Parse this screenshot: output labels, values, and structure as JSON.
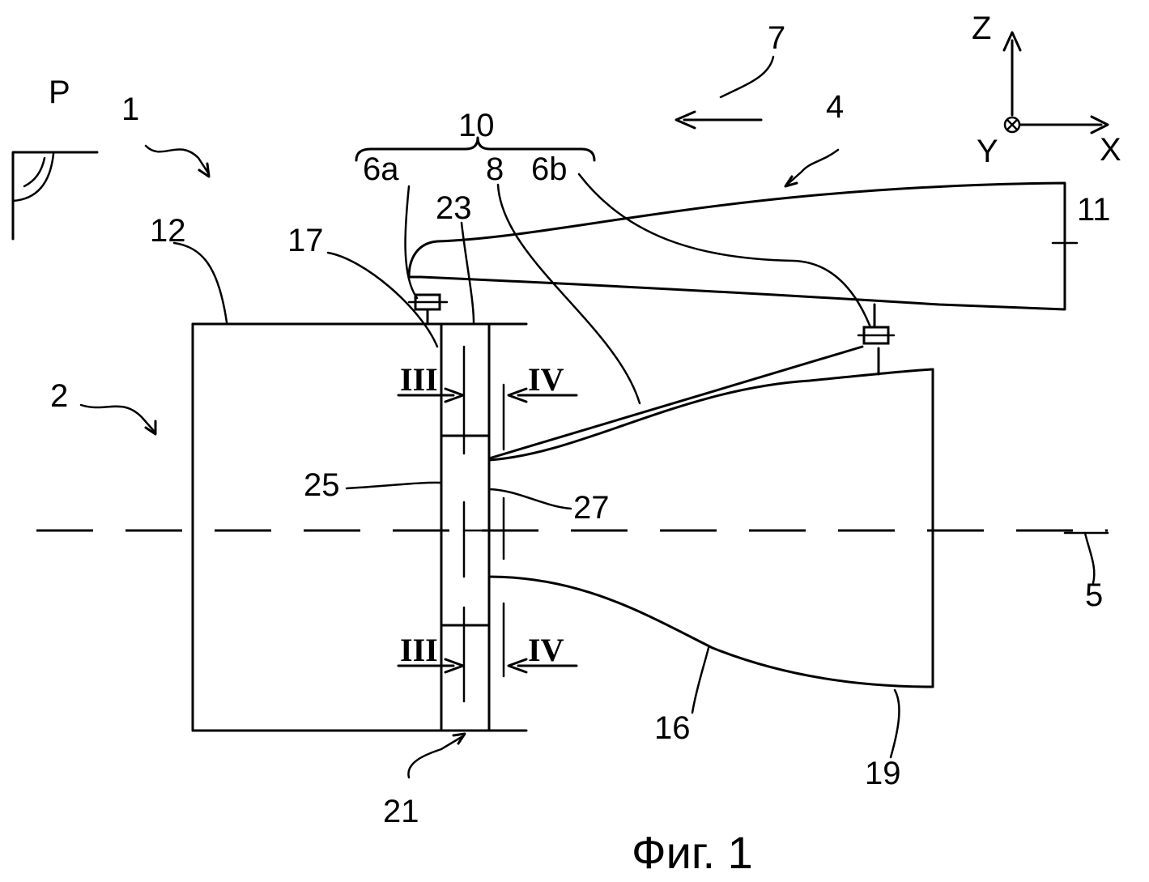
{
  "figure": {
    "caption": "Фиг. 1",
    "section_marks": {
      "iii": "III",
      "iv": "IV"
    },
    "axes": {
      "z": "Z",
      "x": "X",
      "y": "Y"
    },
    "labels": {
      "p": "P",
      "l1": "1",
      "l2": "2",
      "l4": "4",
      "l5": "5",
      "l6a": "6a",
      "l6b": "6b",
      "l7": "7",
      "l8": "8",
      "l10": "10",
      "l11": "11",
      "l12": "12",
      "l16": "16",
      "l17": "17",
      "l19": "19",
      "l21": "21",
      "l23": "23",
      "l25": "25",
      "l27": "27"
    }
  }
}
